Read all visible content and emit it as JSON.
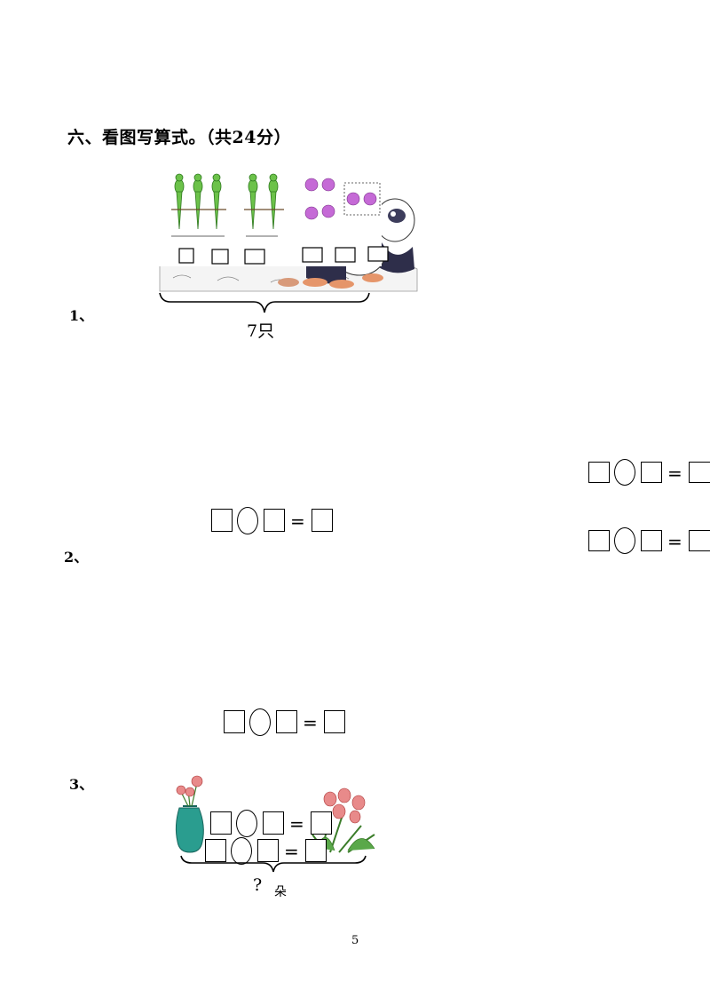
{
  "section": {
    "title": "六、看图写算式。（共24分）"
  },
  "questions": [
    {
      "number": "1、",
      "total_caption": "7只"
    },
    {
      "number": "2、"
    },
    {
      "number": "3、",
      "total_caption": "?",
      "unit": "朵"
    }
  ],
  "equation": {
    "equals_sign": "="
  },
  "page_number": "5",
  "colors": {
    "parrot": "#6cc24a",
    "flower_purple": "#c56ad6",
    "vase": "#2a9d8f",
    "tulip": "#e88a8a"
  }
}
